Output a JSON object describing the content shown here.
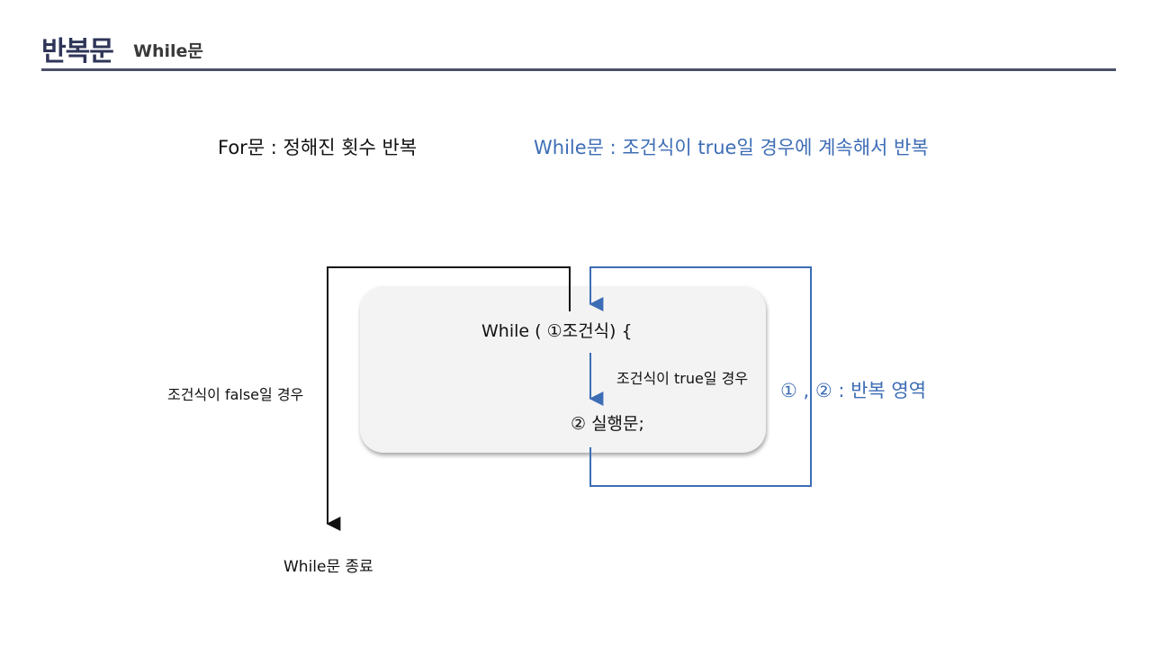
{
  "header": {
    "title": "반복문",
    "subtitle": "While문"
  },
  "descriptions": {
    "for_loop": "For문 : 정해진 횟수 반복",
    "while_loop": "While문 : 조건식이 true일 경우에 계속해서 반복"
  },
  "diagram": {
    "while_statement": "While ( ①조건식) {",
    "true_condition": "조건식이 true일 경우",
    "execute_statement": "② 실행문;",
    "false_condition": "조건식이 false일 경우",
    "loop_end": "While문 종료",
    "repeat_region": "① , ② : 반복 영역"
  },
  "colors": {
    "accent": "#3d6db5",
    "header": "#2f3558",
    "box_fill": "#f3f3f3",
    "line_dark": "#111111"
  }
}
